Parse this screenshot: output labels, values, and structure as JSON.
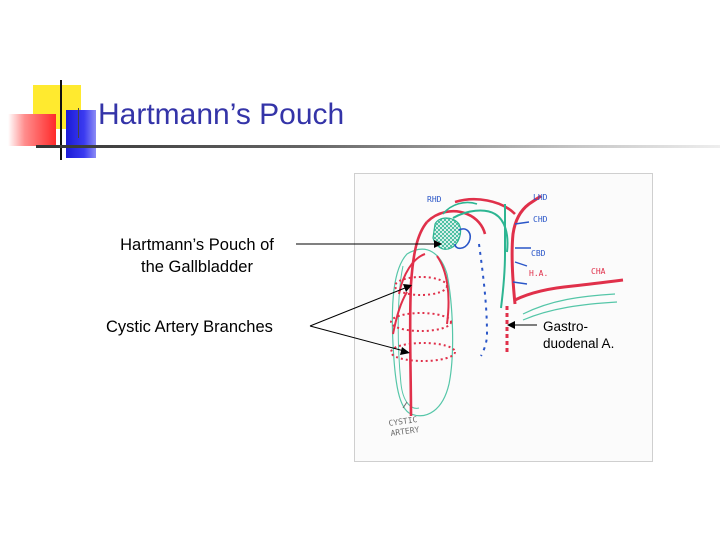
{
  "slide": {
    "title": "Hartmann’s Pouch"
  },
  "labels": {
    "pouch_line1": "Hartmann’s Pouch of",
    "pouch_line2": "the Gallbladder",
    "cystic": "Cystic Artery Branches",
    "gastro_line1": "Gastro-",
    "gastro_line2": "duodenal A."
  },
  "sketch": {
    "rho": "RHD",
    "lhd": "LHD",
    "chd": "CHD",
    "cbd": "CBD",
    "ha": "H.A.",
    "cha": "CHA",
    "cystic_artery_line1": "CYSTIC",
    "cystic_artery_line2": "ARTERY",
    "colors": {
      "artery": "#e0304a",
      "duct": "#2db592",
      "dotted_duct": "#2a56c8",
      "outline": "#55c6a8"
    }
  },
  "icons": {
    "arrow": "arrow-icon"
  }
}
